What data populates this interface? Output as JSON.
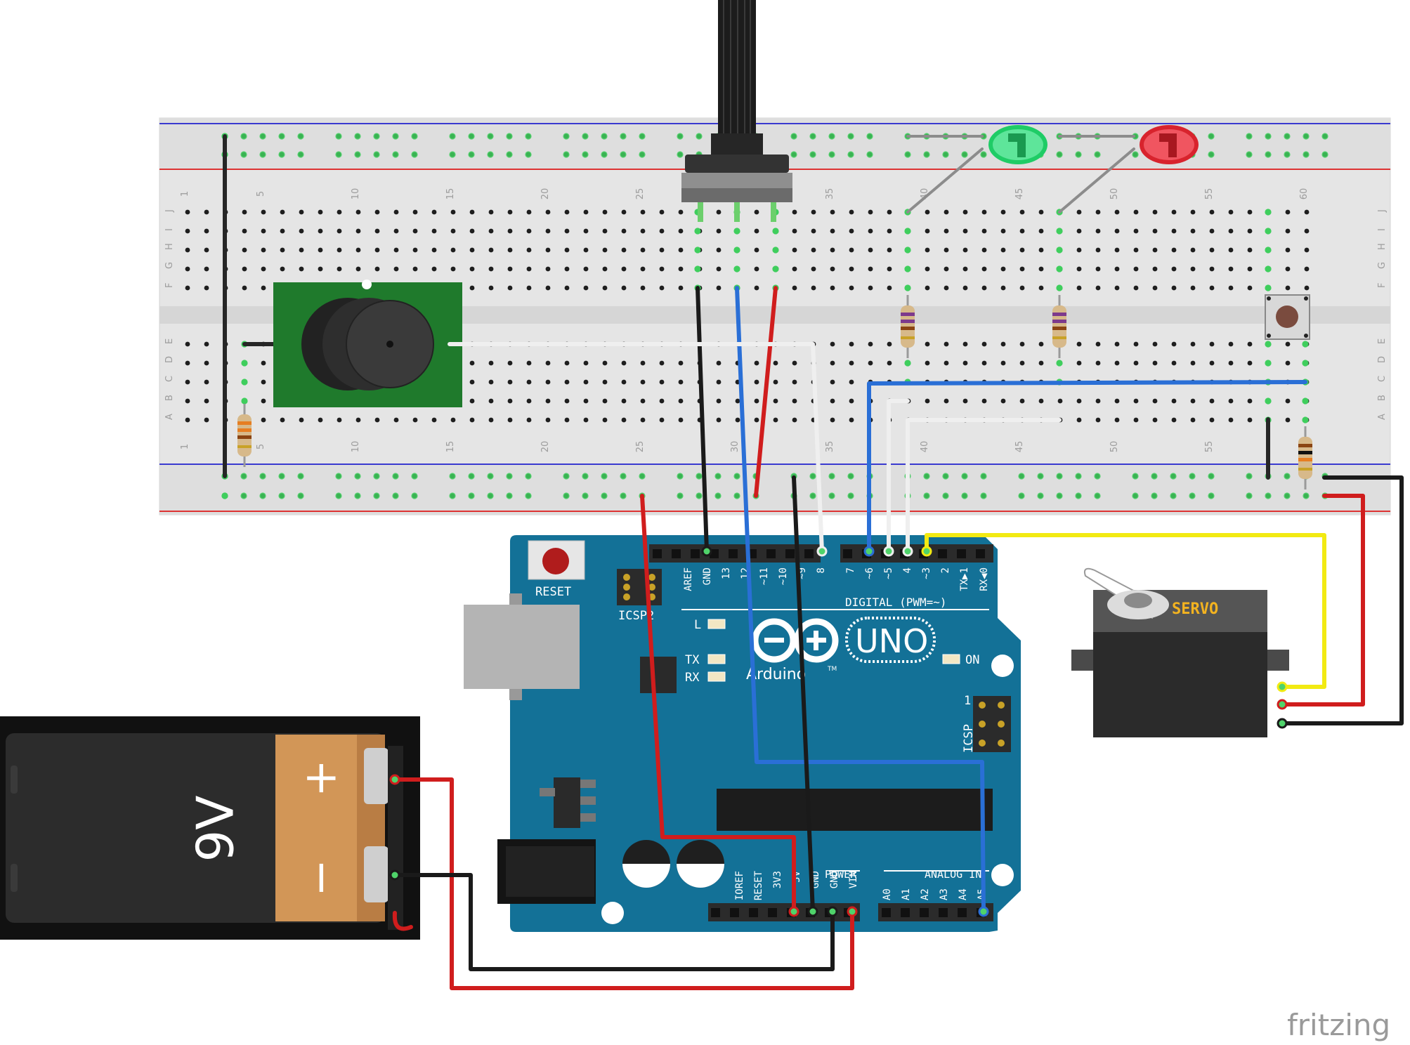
{
  "breadboard": {
    "row_letters": [
      "J",
      "I",
      "H",
      "G",
      "F",
      "E",
      "D",
      "C",
      "B",
      "A"
    ],
    "column_numbers": [
      "1",
      "5",
      "10",
      "15",
      "20",
      "25",
      "30",
      "35",
      "40",
      "45",
      "50",
      "55",
      "60"
    ]
  },
  "arduino": {
    "reset_label": "RESET",
    "icsp2_label": "ICSP2",
    "icsp_label": "ICSP",
    "icsp_pin1": "1",
    "digital_label": "DIGITAL (PWM=~)",
    "digital_pins": [
      "AREF",
      "GND",
      "13",
      "12",
      "~11",
      "~10",
      "~9",
      "8",
      "7",
      "~6",
      "~5",
      "4",
      "~3",
      "2",
      "TX▶1",
      "RX◀0"
    ],
    "led_l": "L",
    "led_tx": "TX",
    "led_rx": "RX",
    "on_label": "ON",
    "brand": "Arduino",
    "tm": "TM",
    "model": "UNO",
    "power_label": "POWER",
    "analog_label": "ANALOG IN",
    "power_pins": [
      "IOREF",
      "RESET",
      "3V3",
      "5V",
      "GND",
      "GND",
      "VIN"
    ],
    "analog_pins": [
      "A0",
      "A1",
      "A2",
      "A3",
      "A4",
      "A5"
    ]
  },
  "battery": {
    "voltage": "9V",
    "plus": "+",
    "minus": "−"
  },
  "servo": {
    "label": "SERVO"
  },
  "watermark": "fritzing",
  "colors": {
    "board": "#137197",
    "board_dark": "#0e5a79",
    "wire_red": "#d01d1d",
    "wire_black": "#1a1a1a",
    "wire_blue": "#2a6fd6",
    "wire_white": "#f0f0f0",
    "wire_yellow": "#f2ea12",
    "breadboard": "#e6e6e6",
    "led_green": "#2fd873",
    "led_red": "#e8303a",
    "servo_text": "#f3b320",
    "battery_copper": "#d29657"
  }
}
